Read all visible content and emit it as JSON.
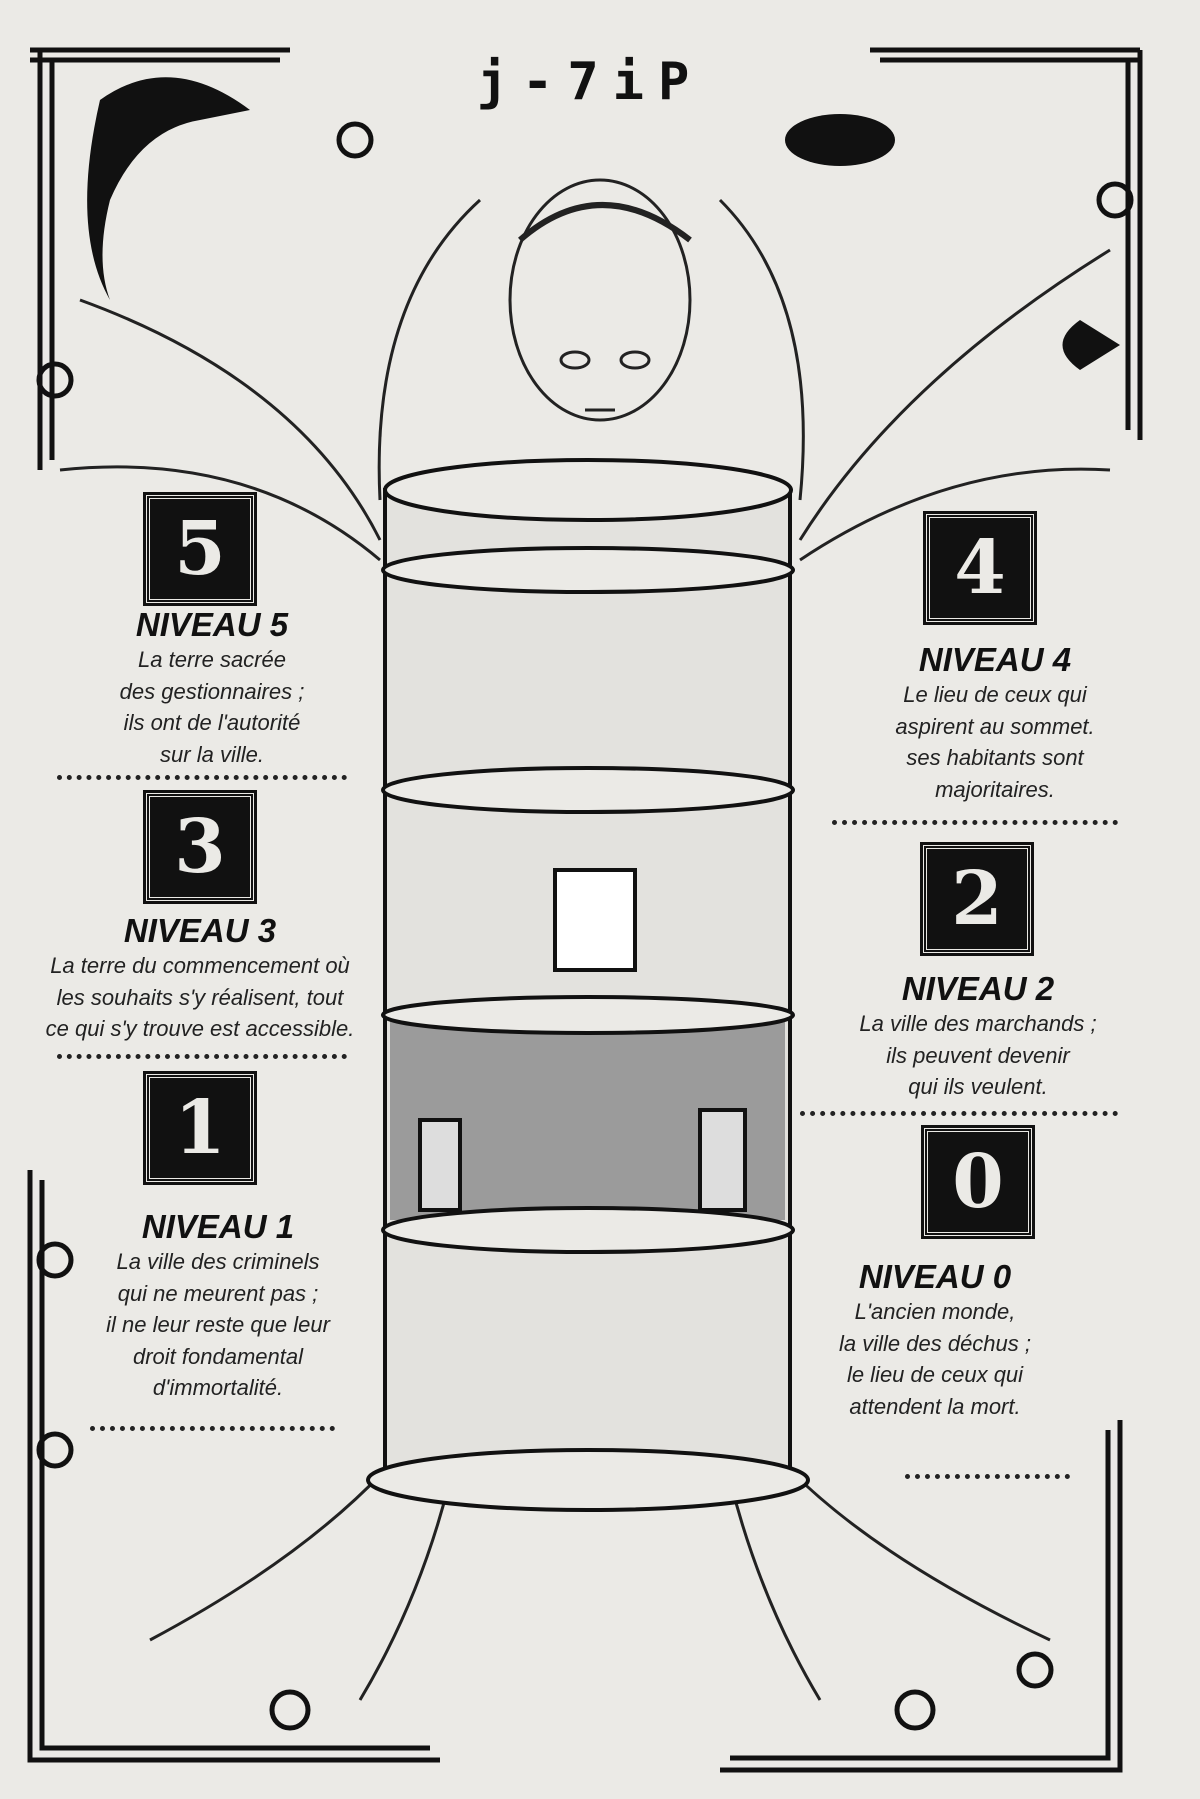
{
  "title": "j-7iP",
  "levels": [
    {
      "badge": "5",
      "heading": "NIVEAU 5",
      "lines": [
        "La terre sacrée",
        "des gestionnaires ;",
        "ils ont de l'autorité",
        "sur la ville."
      ]
    },
    {
      "badge": "4",
      "heading": "NIVEAU 4",
      "lines": [
        "Le lieu de ceux qui",
        "aspirent au sommet.",
        "ses habitants sont",
        "majoritaires."
      ]
    },
    {
      "badge": "3",
      "heading": "NIVEAU 3",
      "lines": [
        "La terre du commencement où",
        "les souhaits s'y réalisent, tout",
        "ce qui s'y trouve est accessible."
      ]
    },
    {
      "badge": "2",
      "heading": "NIVEAU 2",
      "lines": [
        "La ville des marchands ;",
        "ils peuvent devenir",
        "qui ils veulent."
      ]
    },
    {
      "badge": "1",
      "heading": "NIVEAU 1",
      "lines": [
        "La ville des criminels",
        "qui ne meurent pas ;",
        "il ne leur reste que leur",
        "droit fondamental",
        "d'immortalité."
      ]
    },
    {
      "badge": "0",
      "heading": "NIVEAU 0",
      "lines": [
        "L'ancien monde,",
        "la ville des déchus ;",
        "le lieu de ceux qui",
        "attendent la mort."
      ]
    }
  ]
}
